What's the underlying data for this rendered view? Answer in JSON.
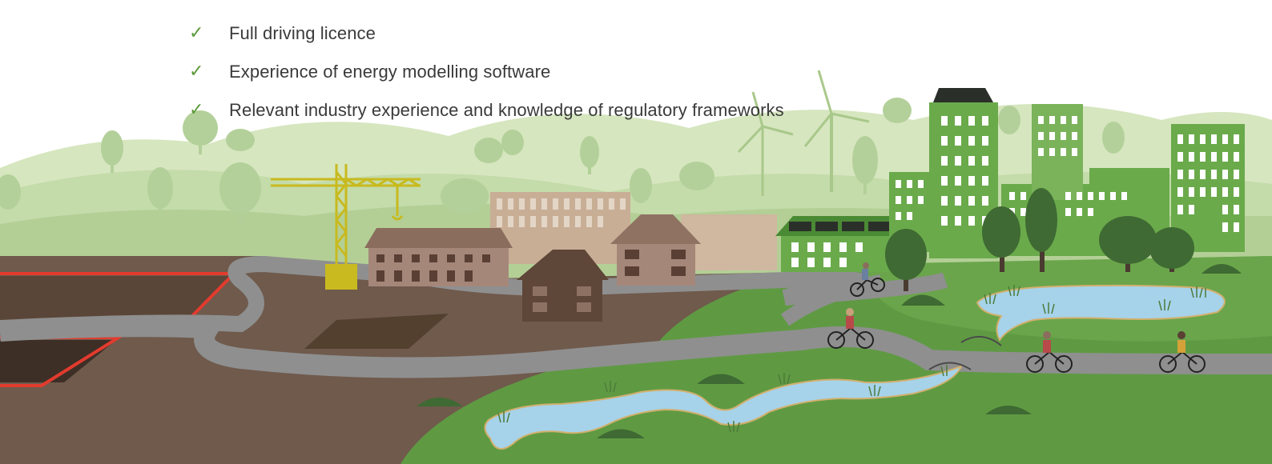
{
  "requirements": {
    "items": [
      {
        "mark": "✓",
        "text": "Full driving licence"
      },
      {
        "mark": "✓",
        "text": "Experience of energy modelling software"
      },
      {
        "mark": "✓",
        "text": "Relevant industry experience and knowledge of regulatory frameworks"
      }
    ]
  },
  "scene": {
    "colors": {
      "hills_far": "#d6e6bf",
      "hills_mid": "#bcd5a0",
      "hills_near": "#a9c88b",
      "grass": "#5f9a43",
      "earth": "#6f5a4c",
      "road": "#8f8f8f",
      "water": "#a6d3ea",
      "building_green": "#6aaa4b",
      "building_tan": "#b99c84",
      "building_brown": "#8a6d5d",
      "crane": "#c8ba1f",
      "site_boundary": "#e23b2e"
    }
  }
}
